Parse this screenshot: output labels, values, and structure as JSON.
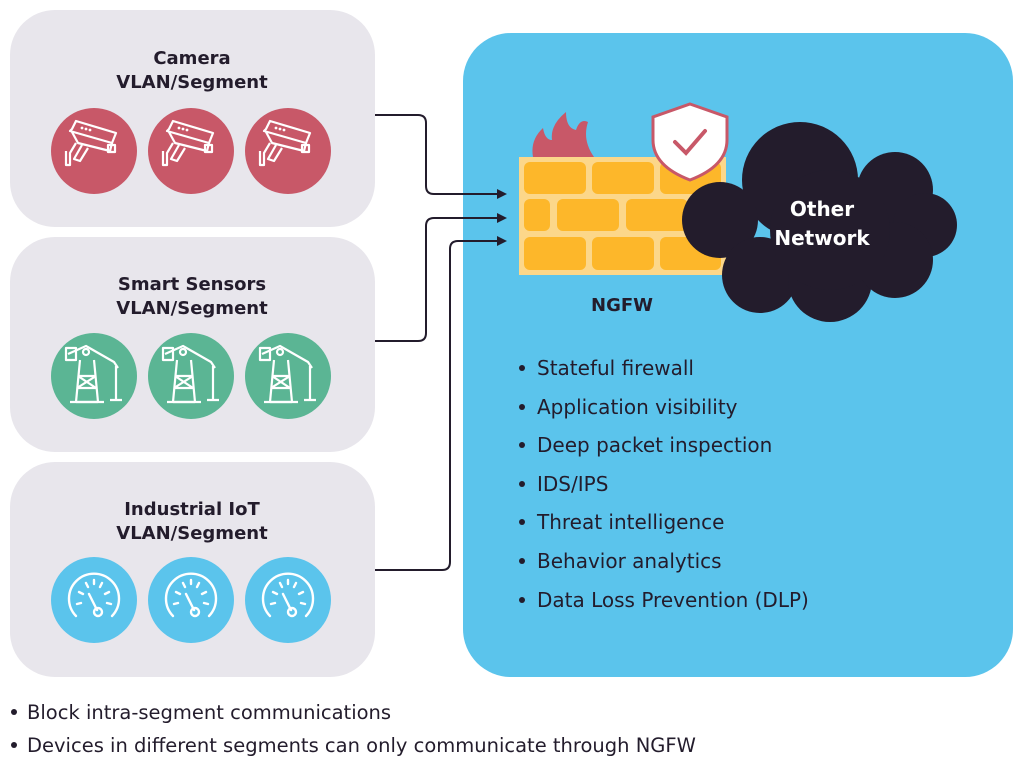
{
  "segments": [
    {
      "title_line1": "Camera",
      "title_line2": "VLAN/Segment",
      "icon": "security-camera-icon",
      "color": "#c85868"
    },
    {
      "title_line1": "Smart Sensors",
      "title_line2": "VLAN/Segment",
      "icon": "oil-pump-sensor-icon",
      "color": "#5bb594"
    },
    {
      "title_line1": "Industrial IoT",
      "title_line2": "VLAN/Segment",
      "icon": "gauge-icon",
      "color": "#5bc4ec"
    }
  ],
  "ngfw": {
    "label": "NGFW",
    "cloud_line1": "Other",
    "cloud_line2": "Network",
    "features": [
      "Stateful firewall",
      "Application visibility",
      "Deep packet inspection",
      "IDS/IPS",
      "Threat intelligence",
      "Behavior analytics",
      "Data Loss Prevention (DLP)"
    ],
    "panel_color": "#5bc4ec"
  },
  "notes": [
    "Block intra-segment communications",
    "Devices in different segments can only communicate through NGFW"
  ]
}
